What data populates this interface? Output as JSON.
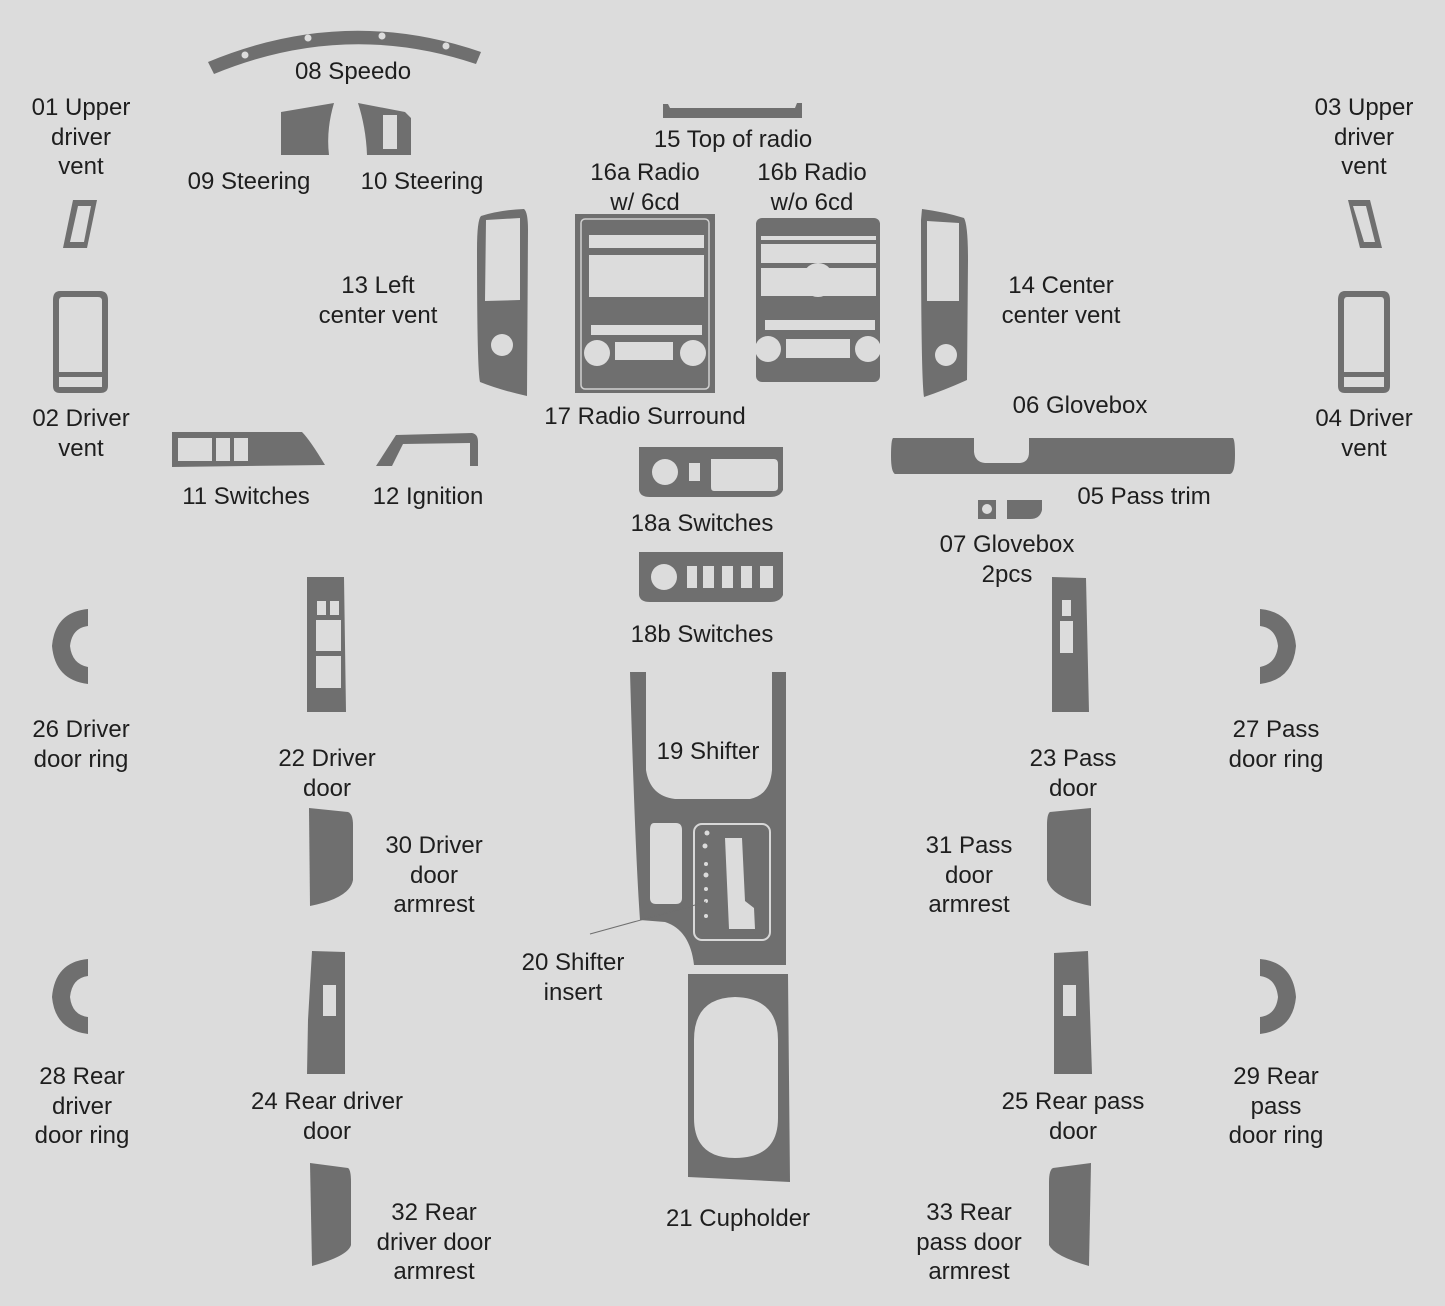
{
  "diagram": {
    "background_color": "#dcdcdc",
    "part_color": "#6f6f6f",
    "text_color": "#1e1e1e"
  },
  "parts": {
    "p01": {
      "line1": "01 Upper",
      "line2": "driver",
      "line3": "vent"
    },
    "p02": {
      "line1": "02 Driver",
      "line2": "vent"
    },
    "p03": {
      "line1": "03 Upper",
      "line2": "driver",
      "line3": "vent"
    },
    "p04": {
      "line1": "04 Driver",
      "line2": "vent"
    },
    "p05": {
      "line1": "05 Pass trim"
    },
    "p06": {
      "line1": "06 Glovebox"
    },
    "p07": {
      "line1": "07 Glovebox",
      "line2": "2pcs"
    },
    "p08": {
      "line1": "08 Speedo"
    },
    "p09": {
      "line1": "09 Steering"
    },
    "p10": {
      "line1": "10 Steering"
    },
    "p11": {
      "line1": "11 Switches"
    },
    "p12": {
      "line1": "12 Ignition"
    },
    "p13": {
      "line1": "13 Left",
      "line2": "center vent"
    },
    "p14": {
      "line1": "14 Center",
      "line2": "center vent"
    },
    "p15": {
      "line1": "15 Top of radio"
    },
    "p16a": {
      "line1": "16a Radio",
      "line2": "w/ 6cd"
    },
    "p16b": {
      "line1": "16b Radio",
      "line2": "w/o 6cd"
    },
    "p17": {
      "line1": "17 Radio Surround"
    },
    "p18a": {
      "line1": "18a Switches"
    },
    "p18b": {
      "line1": "18b Switches"
    },
    "p19": {
      "line1": "19 Shifter"
    },
    "p20": {
      "line1": "20 Shifter",
      "line2": "insert"
    },
    "p21": {
      "line1": "21 Cupholder"
    },
    "p22": {
      "line1": "22 Driver",
      "line2": "door"
    },
    "p23": {
      "line1": "23 Pass",
      "line2": "door"
    },
    "p24": {
      "line1": "24 Rear driver",
      "line2": "door"
    },
    "p25": {
      "line1": "25 Rear pass",
      "line2": "door"
    },
    "p26": {
      "line1": "26 Driver",
      "line2": "door ring"
    },
    "p27": {
      "line1": "27 Pass",
      "line2": "door ring"
    },
    "p28": {
      "line1": "28 Rear",
      "line2": "driver",
      "line3": "door ring"
    },
    "p29": {
      "line1": "29 Rear",
      "line2": "pass",
      "line3": "door ring"
    },
    "p30": {
      "line1": "30 Driver",
      "line2": "door",
      "line3": "armrest"
    },
    "p31": {
      "line1": "31 Pass",
      "line2": "door",
      "line3": "armrest"
    },
    "p32": {
      "line1": "32 Rear",
      "line2": "driver door",
      "line3": "armrest"
    },
    "p33": {
      "line1": "33 Rear",
      "line2": "pass door",
      "line3": "armrest"
    }
  }
}
